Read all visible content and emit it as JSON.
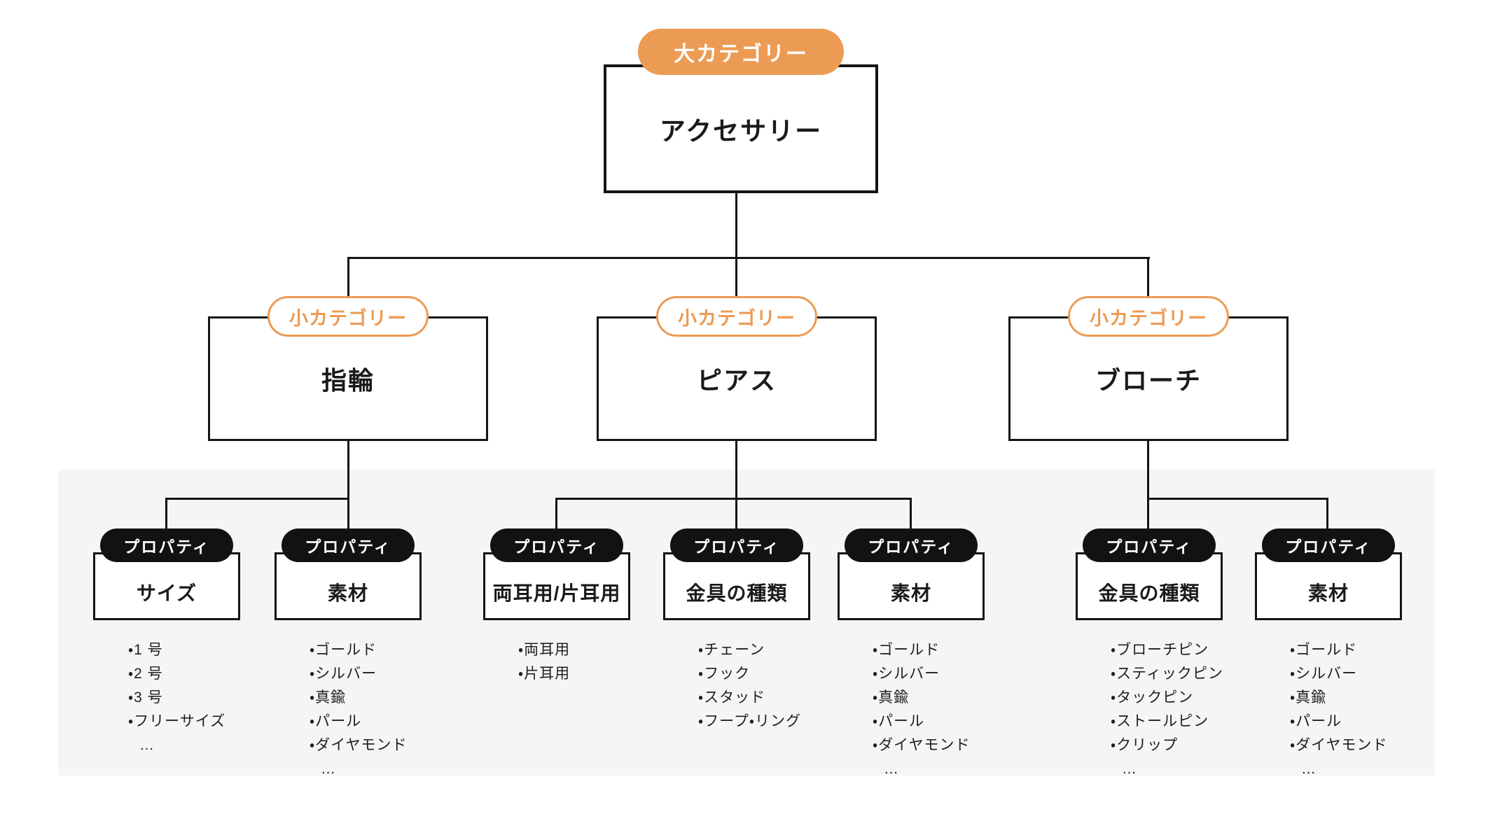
{
  "root": {
    "badge": "大カテゴリー",
    "label": "アクセサリー"
  },
  "categories": [
    {
      "badge": "小カテゴリー",
      "label": "指輪",
      "properties": [
        {
          "badge": "プロパティ",
          "label": "サイズ",
          "items": [
            "1 号",
            "2 号",
            "3 号",
            "フリーサイズ",
            "…"
          ]
        },
        {
          "badge": "プロパティ",
          "label": "素材",
          "items": [
            "ゴールド",
            "シルバー",
            "真鍮",
            "パール",
            "ダイヤモンド",
            "…"
          ]
        }
      ]
    },
    {
      "badge": "小カテゴリー",
      "label": "ピアス",
      "properties": [
        {
          "badge": "プロパティ",
          "label": "両耳用/片耳用",
          "items": [
            "両耳用",
            "片耳用"
          ]
        },
        {
          "badge": "プロパティ",
          "label": "金具の種類",
          "items": [
            "チェーン",
            "フック",
            "スタッド",
            "フープ・リング"
          ]
        },
        {
          "badge": "プロパティ",
          "label": "素材",
          "items": [
            "ゴールド",
            "シルバー",
            "真鍮",
            "パール",
            "ダイヤモンド",
            "…"
          ]
        }
      ]
    },
    {
      "badge": "小カテゴリー",
      "label": "ブローチ",
      "properties": [
        {
          "badge": "プロパティ",
          "label": "金具の種類",
          "items": [
            "ブローチピン",
            "スティックピン",
            "タックピン",
            "ストールピン",
            "クリップ",
            "…"
          ]
        },
        {
          "badge": "プロパティ",
          "label": "素材",
          "items": [
            "ゴールド",
            "シルバー",
            "真鍮",
            "パール",
            "ダイヤモンド",
            "…"
          ]
        }
      ]
    }
  ],
  "colors": {
    "accent_orange": "#EC9B55",
    "pill_black": "#121212",
    "panel_gray": "#F5F5F5",
    "line_black": "#141414"
  }
}
